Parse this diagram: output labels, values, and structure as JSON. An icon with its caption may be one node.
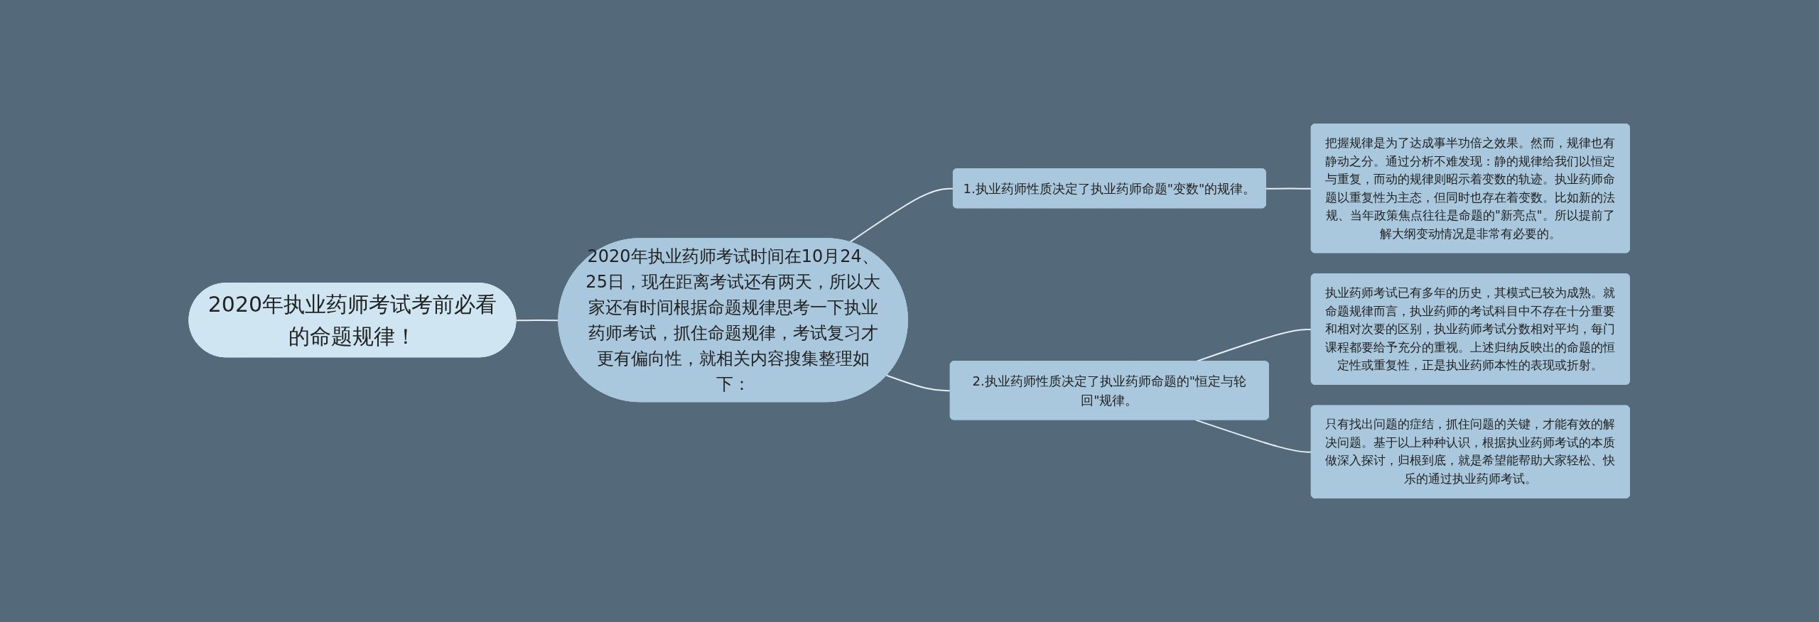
{
  "diagram": {
    "nodes": [
      {
        "text": [
          "2020年执业药师考试考前必看的命题规律！"
        ]
      },
      {
        "text": [
          "2020年执业药师考试时间在10月24、25日，现在距离考试还有两天，所以大家还有时间根据命题规律思考一下执业药师考试，抓住命题规律，考试复习才更有偏向性，就相关内容搜集整理如下："
        ]
      },
      {
        "text": [
          "1.执业药师性质决定了执业药师命题\"变数\"的规律。"
        ]
      },
      {
        "text": [
          "把握规律是为了达成事半功倍之效果。然而，规律也有静动之分。通过分析不难发现：静的规律给我们以恒定与重复，而动的规律则昭示着变数的轨迹。执业药师命题以重复性为主态，但同时也存在着变数。比如新的法规、当年政策焦点往往是命题的\"新亮点\"。所以提前了解大纲变动情况是非常有必要的。"
        ]
      },
      {
        "text": [
          "2.执业药师性质决定了执业药师命题的\"恒定与轮回\"规律。"
        ]
      },
      {
        "text": [
          "执业药师考试已有多年的历史，其模式已较为成熟。就命题规律而言，执业药师的考试科目中不存在十分重要和相对次要的区别，执业药师考试分数相对平均，每门课程都要给予充分的重视。上述归纳反映出的命题的恒定性或重复性，正是执业药师本性的表现或折射。"
        ]
      },
      {
        "text": [
          "只有找出问题的症结，抓住问题的关键，才能有效的解决问题。基于以上种种认识，根据执业药师考试的本质做深入探讨，归根到底，就是希望能帮助大家轻松、快乐的通过执业药师考试。"
        ]
      }
    ],
    "edges": [
      {
        "from": 0,
        "to": 1,
        "arrow": "none"
      },
      {
        "from": 1,
        "to": 2,
        "arrow": "none"
      },
      {
        "from": 2,
        "to": 3,
        "arrow": "none"
      },
      {
        "from": 1,
        "to": 4,
        "arrow": "none"
      },
      {
        "from": 4,
        "to": 5,
        "arrow": "none"
      },
      {
        "from": 4,
        "to": 6,
        "arrow": "none"
      }
    ]
  }
}
